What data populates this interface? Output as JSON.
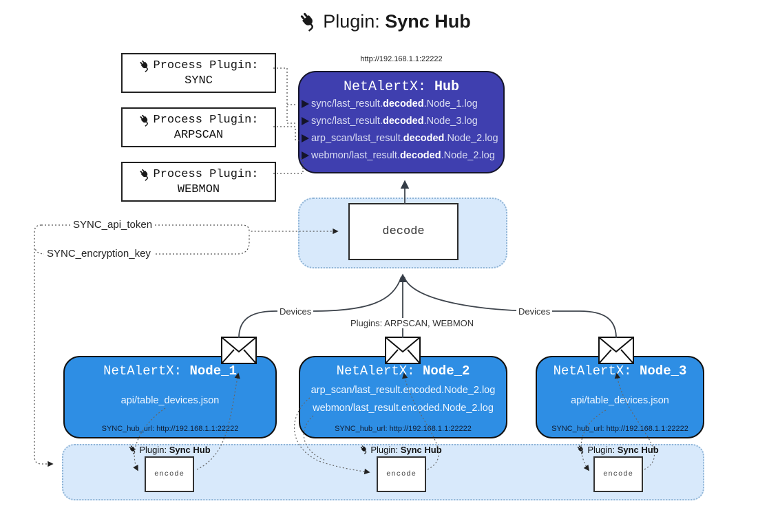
{
  "title": {
    "prefix": "Plugin:",
    "name": "Sync Hub"
  },
  "hub": {
    "url": "http://192.168.1.1:22222",
    "title_prefix": "NetAlertX:",
    "title_name": "Hub",
    "lines": [
      {
        "pre": "sync/last_result.",
        "bold": "decoded",
        "post": ".Node_1.log"
      },
      {
        "pre": "sync/last_result.",
        "bold": "decoded",
        "post": ".Node_3.log"
      },
      {
        "pre": "arp_scan/last_result.",
        "bold": "decoded",
        "post": ".Node_2.log"
      },
      {
        "pre": "webmon/last_result.",
        "bold": "decoded",
        "post": ".Node_2.log"
      }
    ]
  },
  "process_plugins": [
    {
      "label": "Process Plugin:",
      "name": "SYNC"
    },
    {
      "label": "Process Plugin:",
      "name": "ARPSCAN"
    },
    {
      "label": "Process Plugin:",
      "name": "WEBMON"
    }
  ],
  "decode": {
    "label": "decode"
  },
  "tokens": {
    "api_token": "SYNC_api_token",
    "encryption_key": "SYNC_encryption_key"
  },
  "edge_labels": {
    "devices_left": "Devices",
    "devices_right": "Devices",
    "plugins_mid": "Plugins: ARPSCAN, WEBMON"
  },
  "nodes": [
    {
      "title_prefix": "NetAlertX:",
      "name": "Node_1",
      "lines": [
        "api/table_devices.json"
      ],
      "hub_url": "SYNC_hub_url: http://192.168.1.1:22222"
    },
    {
      "title_prefix": "NetAlertX:",
      "name": "Node_2",
      "lines": [
        "arp_scan/last_result.encoded.Node_2.log",
        "webmon/last_result.encoded.Node_2.log"
      ],
      "hub_url": "SYNC_hub_url: http://192.168.1.1:22222"
    },
    {
      "title_prefix": "NetAlertX:",
      "name": "Node_3",
      "lines": [
        "api/table_devices.json"
      ],
      "hub_url": "SYNC_hub_url: http://192.168.1.1:22222"
    }
  ],
  "encoders": [
    {
      "plugin_prefix": "Plugin:",
      "plugin_name": "Sync Hub",
      "label": "encode"
    },
    {
      "plugin_prefix": "Plugin:",
      "plugin_name": "Sync Hub",
      "label": "encode"
    },
    {
      "plugin_prefix": "Plugin:",
      "plugin_name": "Sync Hub",
      "label": "encode"
    }
  ],
  "colors": {
    "hub_fill": "#3f3faf",
    "node_fill": "#2e8ee4",
    "group_fill": "#d8e9fb",
    "group_border": "#8fb4d6",
    "arrow": "#3f454d"
  }
}
